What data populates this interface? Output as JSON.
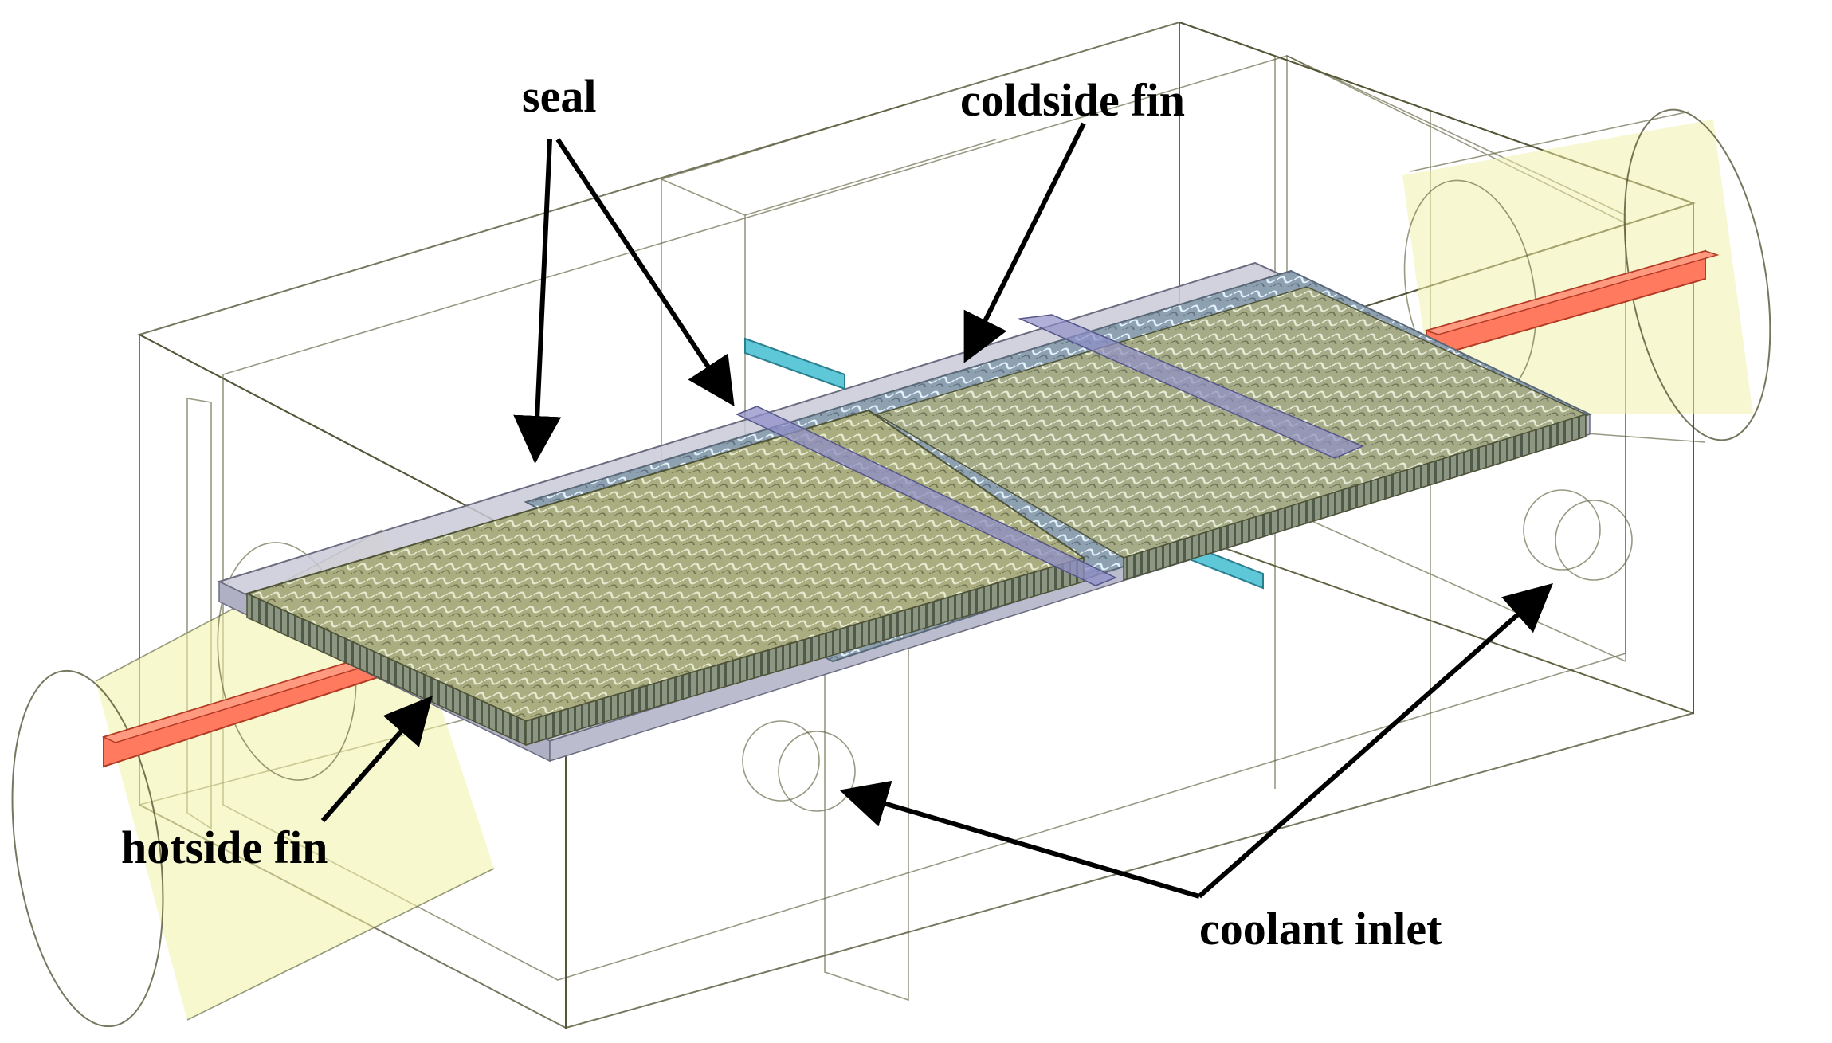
{
  "labels": {
    "seal": "seal",
    "coldside_fin": "coldside fin",
    "hotside_fin": "hotside fin",
    "coolant_inlet": "coolant inlet"
  },
  "colors": {
    "housing": "#f4f5a8",
    "housing_edge": "#4a4a2a",
    "hot_bar": "#ff7a60",
    "cold_bar": "#5ec8d8",
    "seal_plate": "#c9c9d8",
    "hot_fin": "#a7ab7e",
    "cold_fin": "#93a6b6",
    "arrow": "#000000"
  }
}
